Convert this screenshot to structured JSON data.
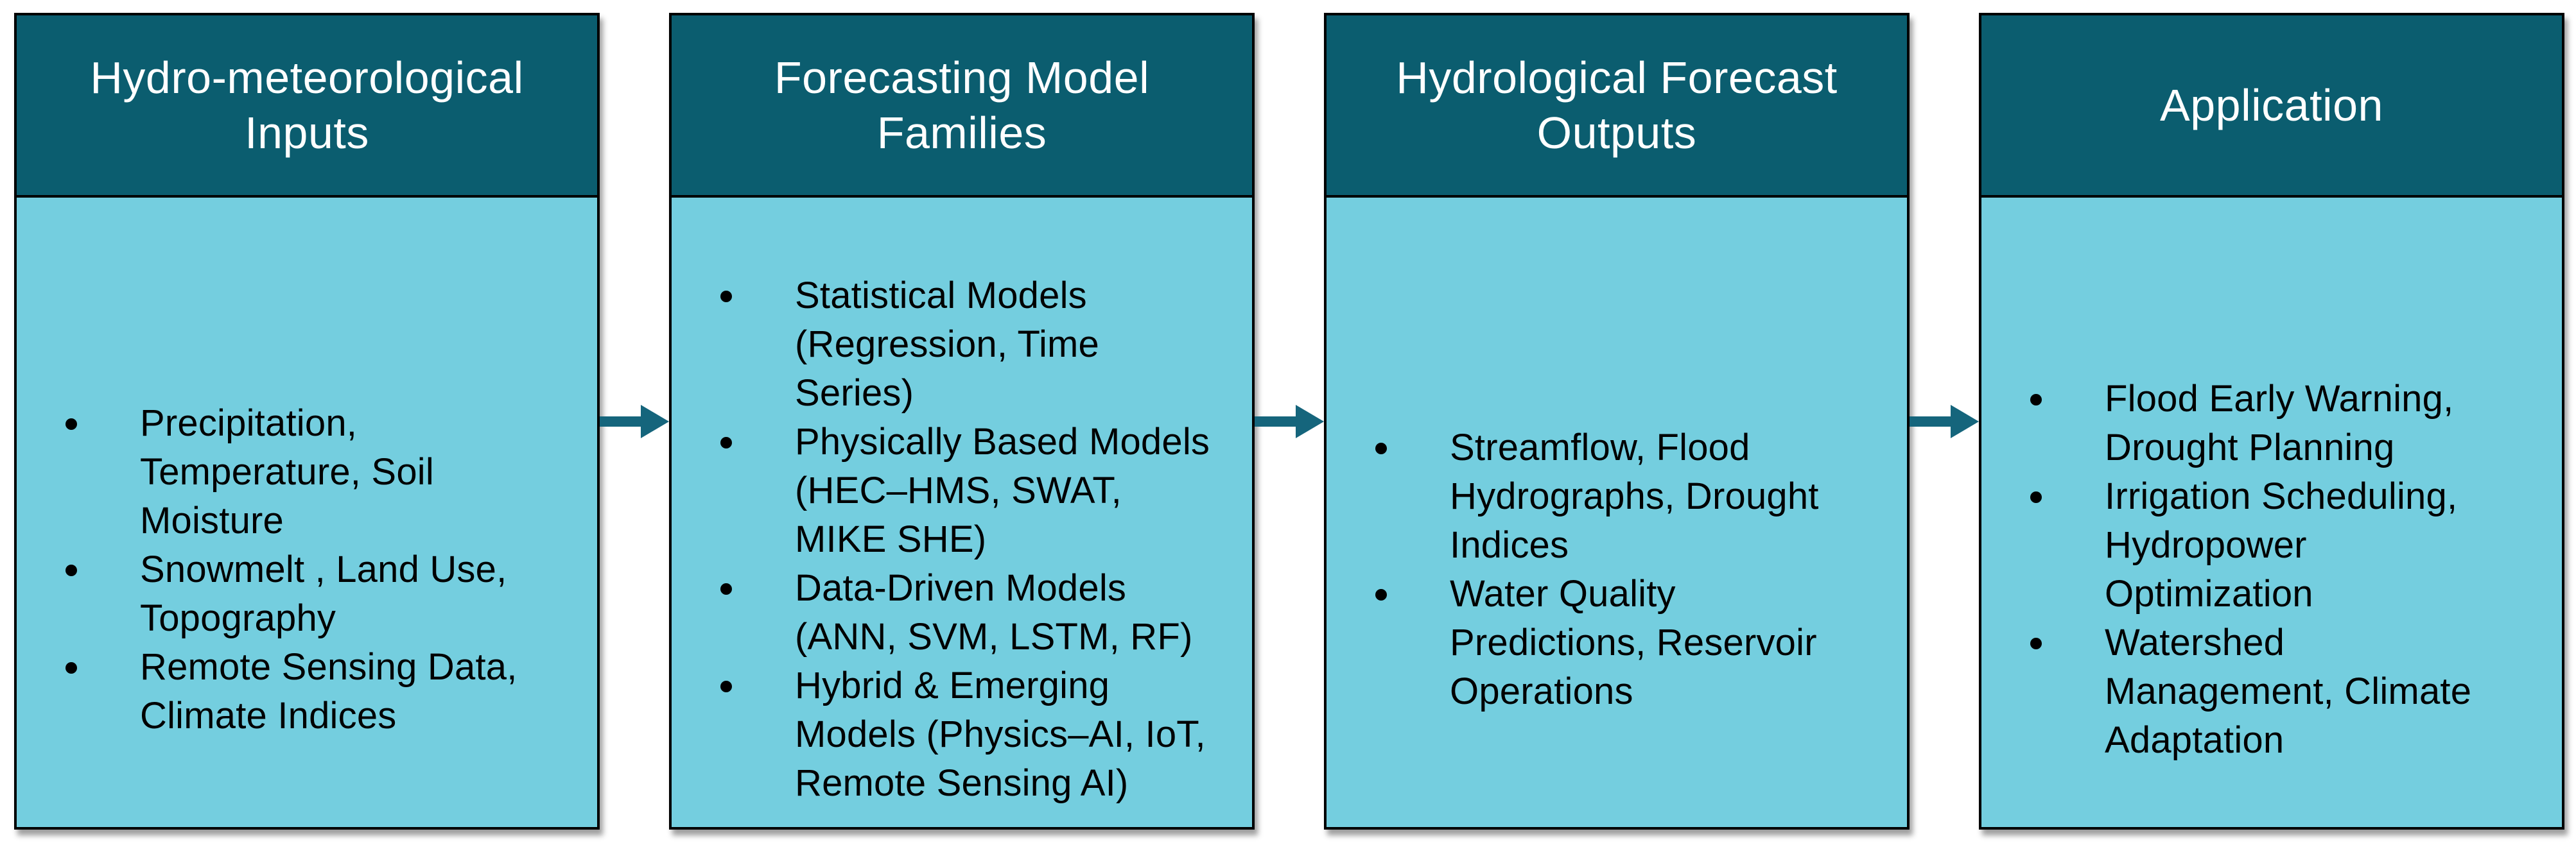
{
  "colors": {
    "header-bg": "#0b5d6f",
    "body-bg": "#74cedf",
    "arrow": "#15657c",
    "border": "#000000",
    "title-text": "#ffffff",
    "body-text": "#000000",
    "page-bg": "#ffffff"
  },
  "diagram": {
    "connector_icon": "right-arrow",
    "boxes": [
      {
        "title": [
          "Hydro-meteorological",
          "Inputs"
        ],
        "bullets": [
          [
            "Precipitation,",
            "Temperature, Soil",
            "Moisture"
          ],
          [
            "Snowmelt , Land Use,",
            "Topography"
          ],
          [
            "Remote Sensing Data,",
            "Climate Indices"
          ]
        ]
      },
      {
        "title": [
          "Forecasting Model",
          "Families"
        ],
        "bullets": [
          [
            "Statistical Models",
            "(Regression, Time",
            "Series)"
          ],
          [
            "Physically Based Models",
            "(HEC–HMS, SWAT,",
            "MIKE SHE)"
          ],
          [
            "Data-Driven Models",
            "(ANN, SVM, LSTM, RF)"
          ],
          [
            "Hybrid & Emerging",
            "Models (Physics–AI, IoT,",
            "Remote Sensing AI)"
          ]
        ]
      },
      {
        "title": [
          "Hydrological Forecast",
          "Outputs"
        ],
        "bullets": [
          [
            "Streamflow, Flood",
            "Hydrographs, Drought",
            "Indices"
          ],
          [
            "Water Quality",
            "Predictions, Reservoir",
            "Operations"
          ]
        ]
      },
      {
        "title": [
          "Application"
        ],
        "bullets": [
          [
            "Flood Early Warning,",
            "Drought Planning"
          ],
          [
            "Irrigation Scheduling,",
            "Hydropower",
            "Optimization"
          ],
          [
            "Watershed",
            "Management, Climate",
            "Adaptation"
          ]
        ]
      }
    ]
  }
}
